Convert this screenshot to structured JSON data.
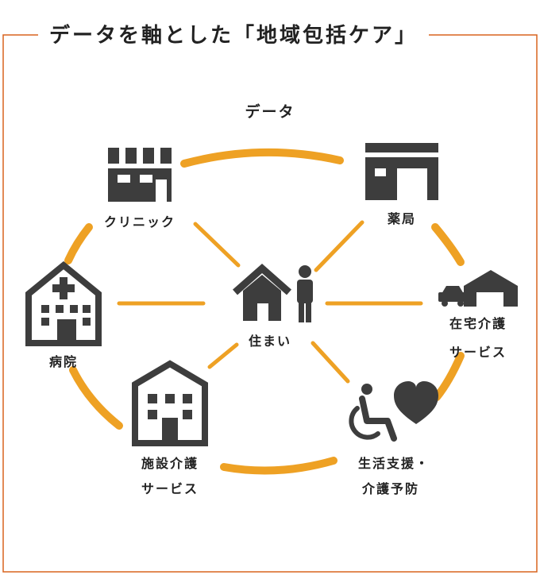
{
  "title": "データを軸とした「地域包括ケア」",
  "center_label": "データ",
  "hub_label": "住まい",
  "nodes": {
    "clinic": "クリニック",
    "pharmacy": "薬局",
    "hospital": "病院",
    "home_care_line1": "在宅介護",
    "home_care_line2": "サービス",
    "facility_line1": "施設介護",
    "facility_line2": "サービス",
    "support_line1": "生活支援・",
    "support_line2": "介護予防"
  },
  "colors": {
    "accent": "#EEA124",
    "frame": "#D8641E",
    "icon": "#3D3D3D"
  },
  "icons": [
    "clinic-building-icon",
    "pharmacy-store-icon",
    "hospital-icon",
    "car-icon",
    "garage-icon",
    "facility-building-icon",
    "wheelchair-icon",
    "heart-icon",
    "house-icon",
    "person-icon"
  ]
}
